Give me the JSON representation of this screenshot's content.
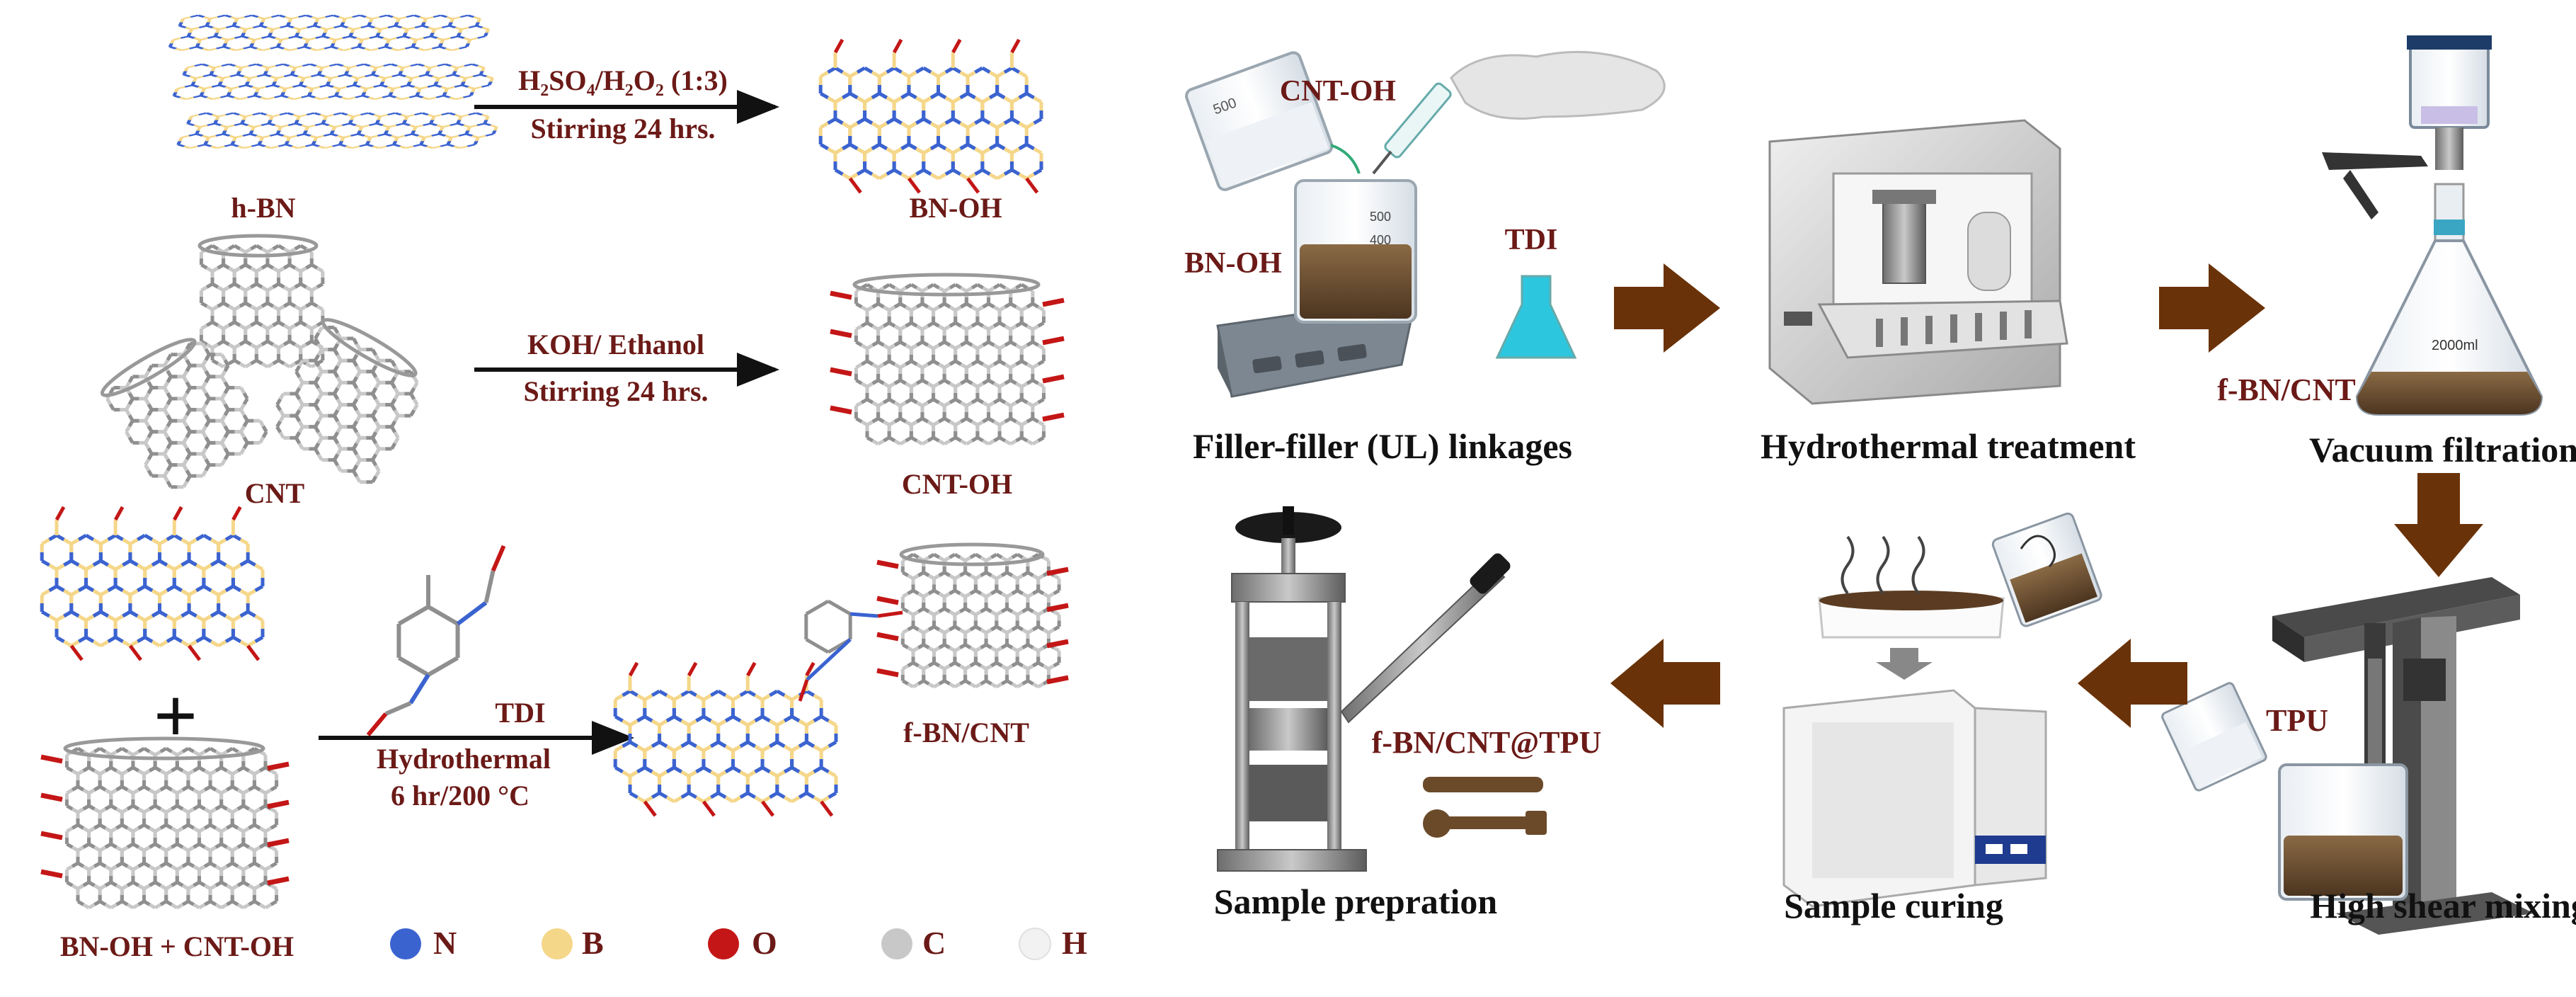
{
  "colors": {
    "n_atom": "#3b63d0",
    "b_atom": "#f5d78a",
    "o_atom": "#c41616",
    "c_atom": "#c8c8c8",
    "h_atom": "#f2f2f2",
    "label_dark": "#6b1a17",
    "flow_arrow": "#6a3208",
    "text_black": "#111111"
  },
  "chemistry": {
    "hbn_label": "h-BN",
    "bnoh_label": "BN-OH",
    "cnt_label": "CNT",
    "cntoh_label": "CNT-OH",
    "step1_line1": "H₂SO₄/H₂O₂ (1:3)",
    "step1_line2": "Stirring 24 hrs.",
    "step2_line1": "KOH/ Ethanol",
    "step2_line2": "Stirring 24 hrs.",
    "plus_sign": "+",
    "mix_label": "BN-OH + CNT-OH",
    "step3_line1": "TDI",
    "step3_line2": "Hydrothermal",
    "step3_line3": "6 hr/200 °C",
    "product_label": "f-BN/CNT"
  },
  "legend": [
    {
      "symbol": "N",
      "color": "#3b63d0"
    },
    {
      "symbol": "B",
      "color": "#f5d78a"
    },
    {
      "symbol": "O",
      "color": "#c41616"
    },
    {
      "symbol": "C",
      "color": "#c8c8c8"
    },
    {
      "symbol": "H",
      "color": "#f2f2f2"
    }
  ],
  "process": {
    "cntoh_tag": "CNT-OH",
    "bnoh_tag": "BN-OH",
    "tdi_tag": "TDI",
    "step_linkages": "Filler-filler (UL) linkages",
    "step_hydrothermal": "Hydrothermal treatment",
    "fbncnt_tag": "f-BN/CNT",
    "step_filtration": "Vacuum filtration",
    "tpu_tag": "TPU",
    "step_mixing": "High shear mixing",
    "step_curing": "Sample curing",
    "composite_tag": "f-BN/CNT@TPU",
    "step_preparation": "Sample prepration",
    "beaker_vol_1": "500",
    "beaker_vol_2": "400",
    "flask_vol": "2000ml"
  }
}
